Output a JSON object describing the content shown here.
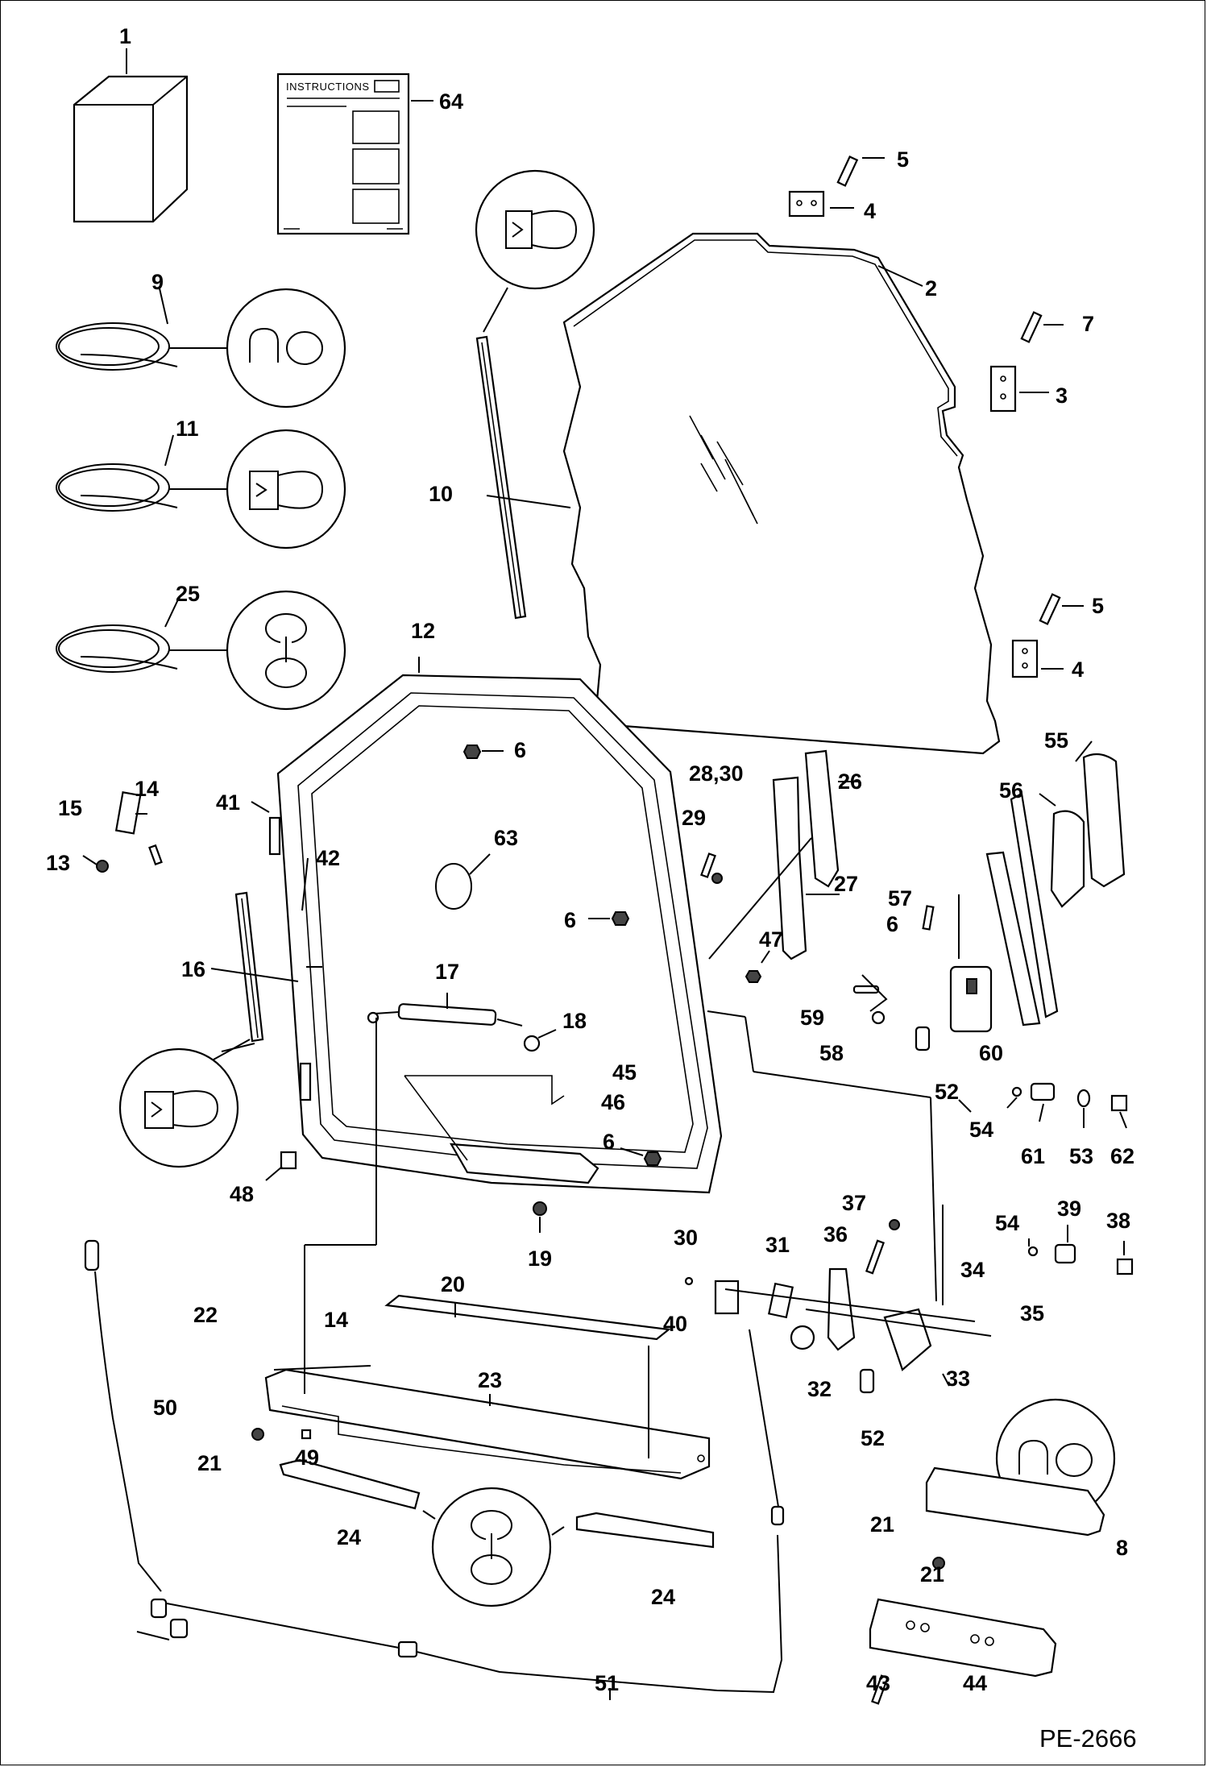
{
  "figure_ref": "PE-2666",
  "instruction_sheet_title": "INSTRUCTIONS",
  "callouts": [
    "1",
    "2",
    "3",
    "4",
    "4",
    "5",
    "5",
    "6",
    "6",
    "6",
    "6",
    "7",
    "8",
    "9",
    "10",
    "11",
    "12",
    "13",
    "14",
    "14",
    "15",
    "16",
    "17",
    "18",
    "19",
    "20",
    "21",
    "21",
    "21",
    "22",
    "23",
    "24",
    "24",
    "25",
    "26",
    "27",
    "28,30",
    "29",
    "30",
    "31",
    "32",
    "33",
    "34",
    "35",
    "36",
    "37",
    "38",
    "39",
    "40",
    "41",
    "42",
    "43",
    "44",
    "45",
    "46",
    "47",
    "48",
    "49",
    "50",
    "51",
    "52",
    "52",
    "53",
    "54",
    "54",
    "55",
    "56",
    "57",
    "58",
    "59",
    "60",
    "61",
    "62",
    "63",
    "64"
  ]
}
